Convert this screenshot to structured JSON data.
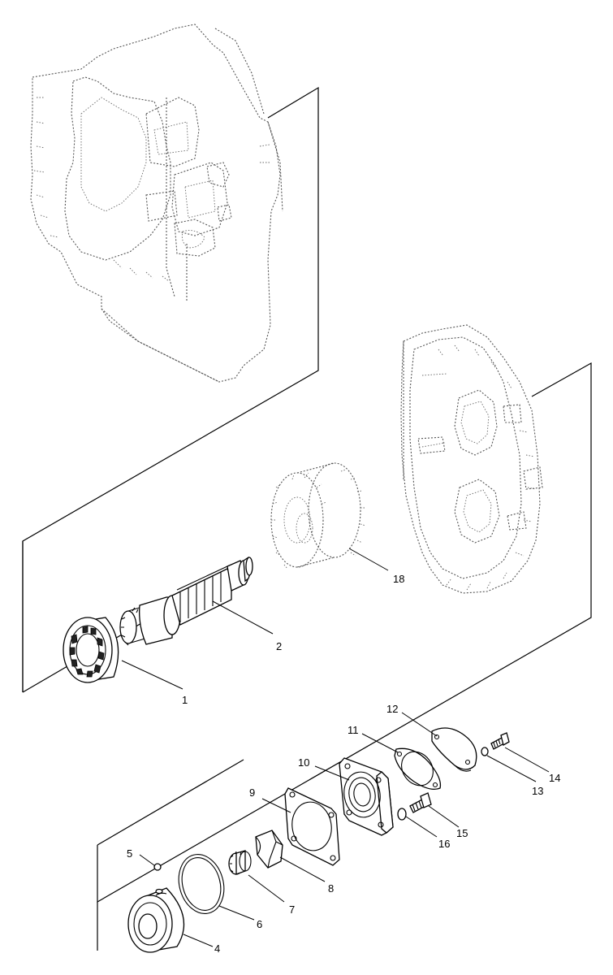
{
  "callouts": [
    {
      "id": "1",
      "text": "1"
    },
    {
      "id": "2",
      "text": "2"
    },
    {
      "id": "4",
      "text": "4"
    },
    {
      "id": "5",
      "text": "5"
    },
    {
      "id": "6",
      "text": "6"
    },
    {
      "id": "7",
      "text": "7"
    },
    {
      "id": "8",
      "text": "8"
    },
    {
      "id": "9",
      "text": "9"
    },
    {
      "id": "10",
      "text": "10"
    },
    {
      "id": "11",
      "text": "11"
    },
    {
      "id": "12",
      "text": "12"
    },
    {
      "id": "13",
      "text": "13"
    },
    {
      "id": "14",
      "text": "14"
    },
    {
      "id": "15",
      "text": "15"
    },
    {
      "id": "16",
      "text": "16"
    },
    {
      "id": "18",
      "text": "18"
    }
  ]
}
